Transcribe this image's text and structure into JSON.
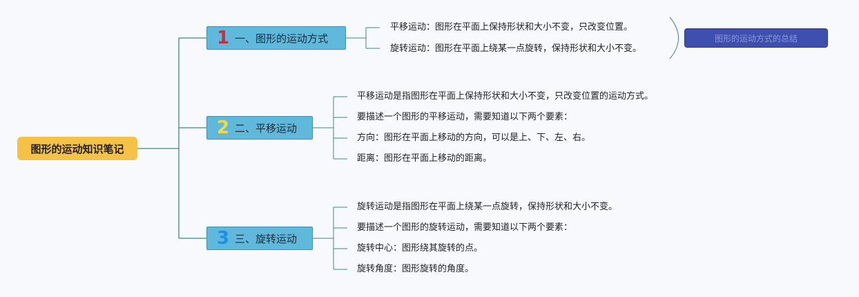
{
  "root": {
    "label": "图形的运动知识笔记"
  },
  "branches": [
    {
      "number": "1",
      "number_color": "#d42a3c",
      "label": "一、图形的运动方式",
      "leaves": [
        "平移运动：图形在平面上保持形状和大小不变，只改变位置。",
        "旋转运动：图形在平面上绕某一点旋转，保持形状和大小不变。"
      ]
    },
    {
      "number": "2",
      "number_color": "#f3d94a",
      "label": "二、平移运动",
      "leaves": [
        "平移运动是指图形在平面上保持形状和大小不变，只改变位置的运动方式。",
        "要描述一个图形的平移运动，需要知道以下两个要素：",
        "方向：图形在平面上移动的方向，可以是上、下、左、右。",
        "距离：图形在平面上移动的距离。"
      ]
    },
    {
      "number": "3",
      "number_color": "#1f8fe0",
      "label": "三、旋转运动",
      "leaves": [
        "旋转运动是指图形在平面上绕某一点旋转，保持形状和大小不变。",
        "要描述一个图形的旋转运动，需要知道以下两个要素：",
        "旋转中心：图形绕其旋转的点。",
        "旋转角度：图形旋转的角度。"
      ]
    }
  ],
  "summary_tag": {
    "label": "图形的运动方式的总结"
  },
  "colors": {
    "root_fill": "#f5c245",
    "branch_fill": "#5fb9dd",
    "connector": "#3d8a7a",
    "tag_fill": "#3e4fb0"
  }
}
